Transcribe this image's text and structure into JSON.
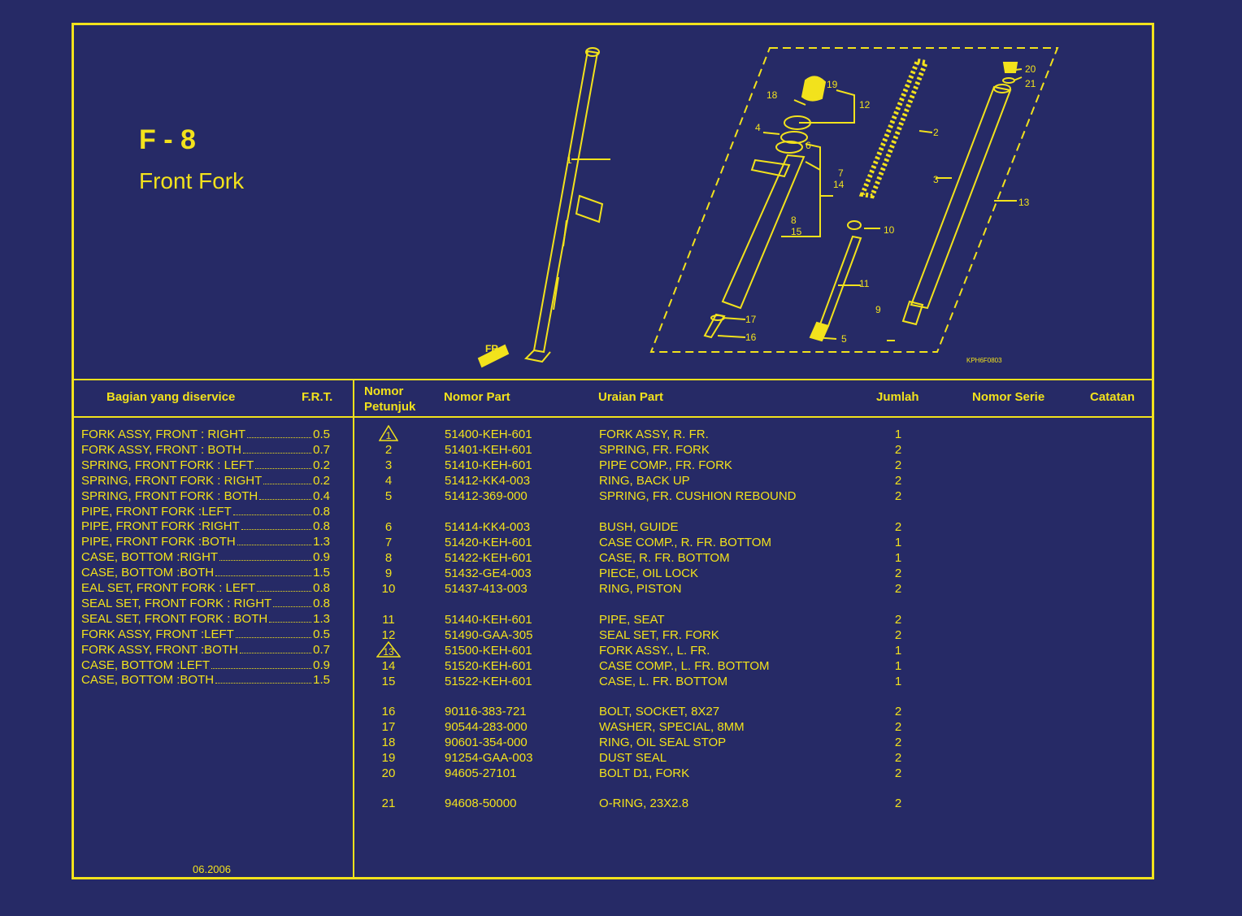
{
  "page": {
    "code": "F - 8",
    "name": "Front Fork",
    "date": "06.2006",
    "diagram_code": "KPH6F0803"
  },
  "colors": {
    "background": "#262a66",
    "accent": "#f2e21c"
  },
  "diagram": {
    "callouts": [
      "1",
      "2",
      "3",
      "4",
      "5",
      "6",
      "7",
      "8",
      "9",
      "10",
      "11",
      "12",
      "13",
      "14",
      "15",
      "16",
      "17",
      "18",
      "19",
      "20",
      "21"
    ],
    "direction_label": "FR."
  },
  "service_table": {
    "header_part": "Bagian yang diservice",
    "header_frt": "F.R.T.",
    "rows": [
      {
        "label": "FORK ASSY, FRONT : RIGHT",
        "frt": "0.5"
      },
      {
        "label": "FORK ASSY, FRONT : BOTH",
        "frt": "0.7"
      },
      {
        "label": "SPRING, FRONT FORK : LEFT",
        "frt": "0.2"
      },
      {
        "label": "SPRING, FRONT FORK : RIGHT",
        "frt": "0.2"
      },
      {
        "label": "SPRING, FRONT FORK : BOTH",
        "frt": "0.4"
      },
      {
        "label": "PIPE, FRONT FORK :LEFT",
        "frt": "0.8"
      },
      {
        "label": "PIPE, FRONT FORK :RIGHT",
        "frt": "0.8"
      },
      {
        "label": "PIPE, FRONT FORK :BOTH",
        "frt": "1.3"
      },
      {
        "label": "CASE, BOTTOM :RIGHT",
        "frt": "0.9"
      },
      {
        "label": "CASE, BOTTOM :BOTH",
        "frt": "1.5"
      },
      {
        "label": "EAL SET, FRONT FORK : LEFT",
        "frt": "0.8"
      },
      {
        "label": "SEAL SET, FRONT FORK : RIGHT",
        "frt": "0.8"
      },
      {
        "label": "SEAL SET, FRONT FORK : BOTH",
        "frt": "1.3"
      },
      {
        "label": "FORK ASSY, FRONT :LEFT",
        "frt": "0.5"
      },
      {
        "label": "FORK ASSY, FRONT :BOTH",
        "frt": "0.7"
      },
      {
        "label": "CASE, BOTTOM :LEFT",
        "frt": "0.9"
      },
      {
        "label": "CASE, BOTTOM :BOTH",
        "frt": "1.5"
      }
    ]
  },
  "parts_table": {
    "headers": {
      "ref_line1": "Nomor",
      "ref_line2": "Petunjuk",
      "part_no": "Nomor Part",
      "desc": "Uraian Part",
      "qty": "Jumlah",
      "serial": "Nomor Serie",
      "notes": "Catatan"
    },
    "rows": [
      {
        "ref": "1",
        "warn": true,
        "part": "51400-KEH-601",
        "desc": "FORK ASSY, R. FR.",
        "qty": "1"
      },
      {
        "ref": "2",
        "warn": false,
        "part": "51401-KEH-601",
        "desc": "SPRING, FR. FORK",
        "qty": "2"
      },
      {
        "ref": "3",
        "warn": false,
        "part": "51410-KEH-601",
        "desc": "PIPE COMP., FR. FORK",
        "qty": "2"
      },
      {
        "ref": "4",
        "warn": false,
        "part": "51412-KK4-003",
        "desc": "RING, BACK UP",
        "qty": "2"
      },
      {
        "ref": "5",
        "warn": false,
        "part": "51412-369-000",
        "desc": "SPRING, FR. CUSHION REBOUND",
        "qty": "2"
      },
      {
        "ref": "6",
        "warn": false,
        "part": "51414-KK4-003",
        "desc": "BUSH, GUIDE",
        "qty": "2"
      },
      {
        "ref": "7",
        "warn": false,
        "part": "51420-KEH-601",
        "desc": "CASE COMP., R. FR. BOTTOM",
        "qty": "1"
      },
      {
        "ref": "8",
        "warn": false,
        "part": "51422-KEH-601",
        "desc": "CASE, R. FR. BOTTOM",
        "qty": "1"
      },
      {
        "ref": "9",
        "warn": false,
        "part": "51432-GE4-003",
        "desc": "PIECE, OIL LOCK",
        "qty": "2"
      },
      {
        "ref": "10",
        "warn": false,
        "part": "51437-413-003",
        "desc": "RING, PISTON",
        "qty": "2"
      },
      {
        "ref": "11",
        "warn": false,
        "part": "51440-KEH-601",
        "desc": "PIPE, SEAT",
        "qty": "2"
      },
      {
        "ref": "12",
        "warn": false,
        "part": "51490-GAA-305",
        "desc": "SEAL SET, FR. FORK",
        "qty": "2"
      },
      {
        "ref": "13",
        "warn": true,
        "part": "51500-KEH-601",
        "desc": "FORK ASSY., L. FR.",
        "qty": "1"
      },
      {
        "ref": "14",
        "warn": false,
        "part": "51520-KEH-601",
        "desc": "CASE COMP., L. FR. BOTTOM",
        "qty": "1"
      },
      {
        "ref": "15",
        "warn": false,
        "part": "51522-KEH-601",
        "desc": "CASE, L. FR. BOTTOM",
        "qty": "1"
      },
      {
        "ref": "16",
        "warn": false,
        "part": "90116-383-721",
        "desc": "BOLT, SOCKET, 8X27",
        "qty": "2"
      },
      {
        "ref": "17",
        "warn": false,
        "part": "90544-283-000",
        "desc": "WASHER, SPECIAL, 8MM",
        "qty": "2"
      },
      {
        "ref": "18",
        "warn": false,
        "part": "90601-354-000",
        "desc": "RING, OIL SEAL STOP",
        "qty": "2"
      },
      {
        "ref": "19",
        "warn": false,
        "part": "91254-GAA-003",
        "desc": "DUST SEAL",
        "qty": "2"
      },
      {
        "ref": "20",
        "warn": false,
        "part": "94605-27101",
        "desc": "BOLT D1, FORK",
        "qty": "2"
      },
      {
        "ref": "21",
        "warn": false,
        "part": "94608-50000",
        "desc": "O-RING, 23X2.8",
        "qty": "2"
      }
    ]
  }
}
